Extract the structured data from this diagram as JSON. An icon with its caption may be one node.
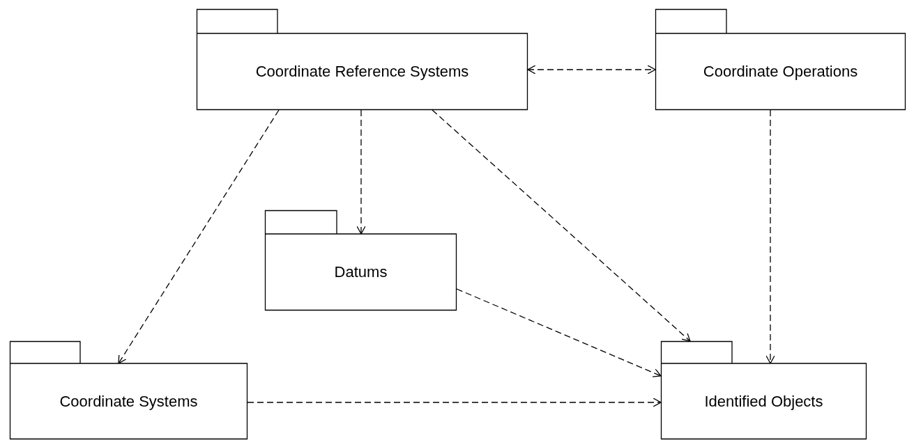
{
  "diagram": {
    "nodes": [
      {
        "text": [
          "Coordinate Reference Systems"
        ]
      },
      {
        "text": [
          "Coordinate Operations"
        ]
      },
      {
        "text": [
          "Datums"
        ]
      },
      {
        "text": [
          "Coordinate Systems"
        ]
      },
      {
        "text": [
          "Identified Objects"
        ]
      }
    ],
    "edges": [
      {
        "from": 0,
        "to": 1,
        "arrow": "both",
        "style": "dashed"
      },
      {
        "from": 0,
        "to": 3,
        "arrow": "to",
        "style": "dashed"
      },
      {
        "from": 0,
        "to": 2,
        "arrow": "to",
        "style": "dashed"
      },
      {
        "from": 0,
        "to": 4,
        "arrow": "to",
        "style": "dashed"
      },
      {
        "from": 1,
        "to": 4,
        "arrow": "to",
        "style": "dashed"
      },
      {
        "from": 2,
        "to": 4,
        "arrow": "to",
        "style": "dashed"
      },
      {
        "from": 3,
        "to": 4,
        "arrow": "to",
        "style": "dashed"
      }
    ]
  }
}
